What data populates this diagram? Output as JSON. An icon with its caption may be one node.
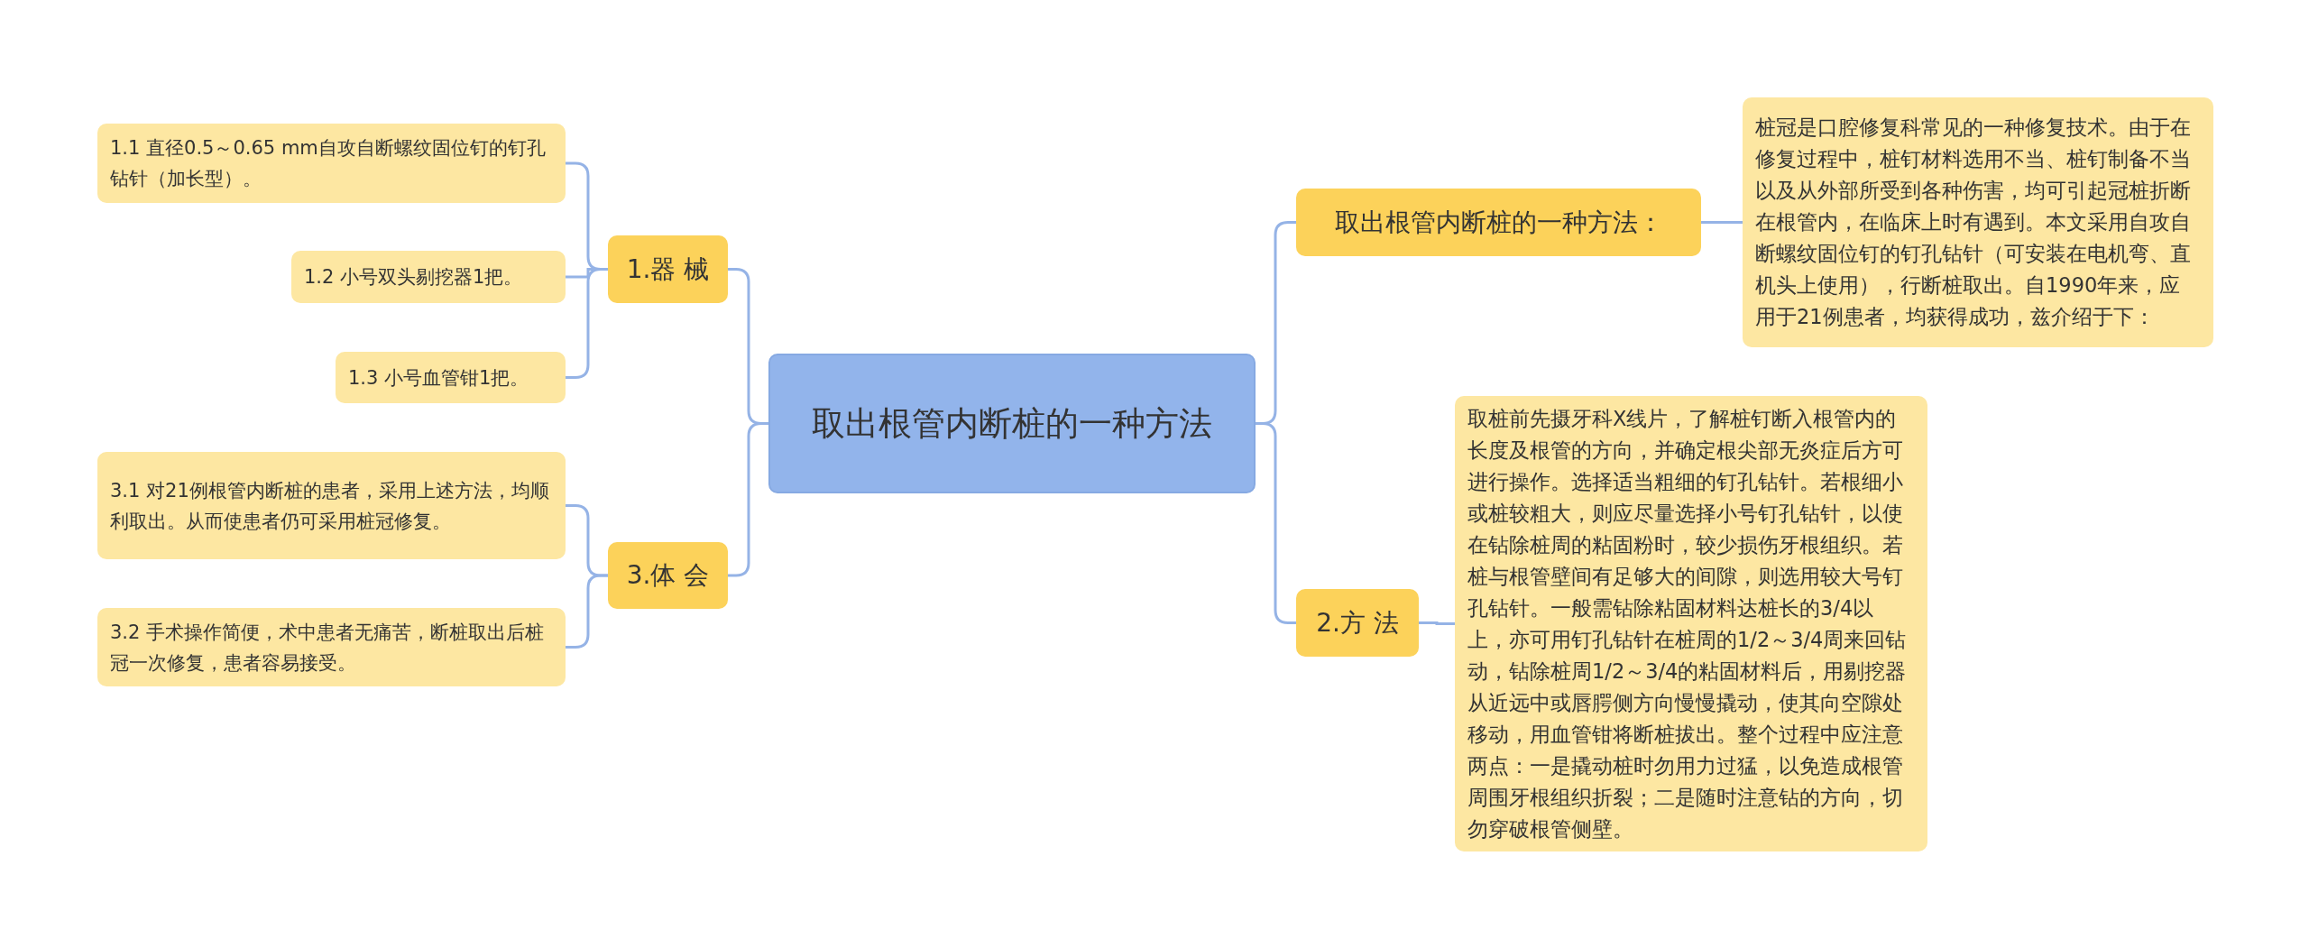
{
  "diagram": {
    "nodes": [
      {
        "text": [
          "取出根管内断桩的一种方法"
        ]
      },
      {
        "text": [
          "1.器 械"
        ]
      },
      {
        "text": [
          "1.1 直径0.5～0.65 mm自攻自断螺纹固位钉的钉孔钻针（加长型）。"
        ]
      },
      {
        "text": [
          "1.2 小号双头剔挖器1把。"
        ]
      },
      {
        "text": [
          "1.3 小号血管钳1把。"
        ]
      },
      {
        "text": [
          "3.体 会"
        ]
      },
      {
        "text": [
          "3.1 对21例根管内断桩的患者，采用上述方法，均顺利取出。从而使患者仍可采用桩冠修复。"
        ]
      },
      {
        "text": [
          "3.2 手术操作简便，术中患者无痛苦，断桩取出后桩冠一次修复，患者容易接受。"
        ]
      },
      {
        "text": [
          "取出根管内断桩的一种方法："
        ]
      },
      {
        "text": [
          "桩冠是口腔修复科常见的一种修复技术。由于在修复过程中，桩钉材料选用不当、桩钉制备不当以及从外部所受到各种伤害，均可引起冠桩折断在根管内，在临床上时有遇到。本文采用自攻自断螺纹固位钉的钉孔钻针（可安装在电机弯、直机头上使用），行断桩取出。自1990年来，应用于21例患者，均获得成功，兹介绍于下："
        ]
      },
      {
        "text": [
          "2.方 法"
        ]
      },
      {
        "text": [
          "取桩前先摄牙科X线片，了解桩钉断入根管内的长度及根管的方向，并确定根尖部无炎症后方可进行操作。选择适当粗细的钉孔钻针。若根细小或桩较粗大，则应尽量选择小号钉孔钻针，以使在钻除桩周的粘固粉时，较少损伤牙根组织。若桩与根管壁间有足够大的间隙，则选用较大号钉孔钻针。一般需钻除粘固材料达桩长的3/4以上，亦可用钉孔钻针在桩周的1/2～3/4周来回钻动，钻除桩周1/2～3/4的粘固材料后，用剔挖器从近远中或唇腭侧方向慢慢撬动，使其向空隙处移动，用血管钳将断桩拔出。整个过程中应注意两点：一是撬动桩时勿用力过猛，以免造成根管周围牙根组织折裂；二是随时注意钻的方向，切勿穿破根管侧壁。"
        ]
      }
    ],
    "edges": [
      {
        "from": 0,
        "to": 1,
        "arrow": "none"
      },
      {
        "from": 1,
        "to": 2,
        "arrow": "none"
      },
      {
        "from": 1,
        "to": 3,
        "arrow": "none"
      },
      {
        "from": 1,
        "to": 4,
        "arrow": "none"
      },
      {
        "from": 0,
        "to": 5,
        "arrow": "none"
      },
      {
        "from": 5,
        "to": 6,
        "arrow": "none"
      },
      {
        "from": 5,
        "to": 7,
        "arrow": "none"
      },
      {
        "from": 0,
        "to": 8,
        "arrow": "none"
      },
      {
        "from": 8,
        "to": 9,
        "arrow": "none"
      },
      {
        "from": 0,
        "to": 10,
        "arrow": "none"
      },
      {
        "from": 10,
        "to": 11,
        "arrow": "none"
      }
    ]
  }
}
